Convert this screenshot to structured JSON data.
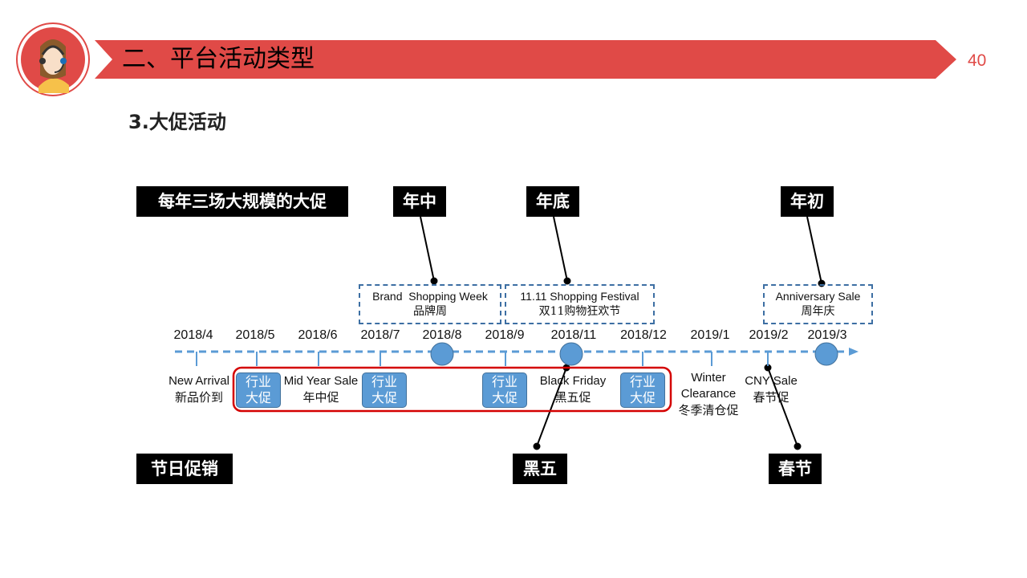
{
  "header": {
    "title": "二、平台活动类型",
    "page_number": "40",
    "section": "3.大促活动"
  },
  "colors": {
    "banner_red": "#e04a47",
    "timeline_blue": "#5b9bd5",
    "frame_red": "#d40000",
    "tag_black": "#000000"
  },
  "tags": {
    "big_sales": "每年三场大规模的大促",
    "mid_year": "年中",
    "year_end": "年底",
    "year_start": "年初",
    "festival_sales": "节日促销",
    "black_friday": "黑五",
    "spring_festival": "春节"
  },
  "events": {
    "brand_week": {
      "en": "Brand  Shopping Week",
      "zh": "品牌周"
    },
    "double11": {
      "en": "11.11 Shopping Festival",
      "zh": "双11购物狂欢节"
    },
    "anniversary": {
      "en": "Anniversary Sale",
      "zh": "周年庆"
    }
  },
  "months": [
    "2018/4",
    "2018/5",
    "2018/6",
    "2018/7",
    "2018/8",
    "2018/9",
    "2018/11",
    "2018/12",
    "2019/1",
    "2019/2",
    "2019/3"
  ],
  "promos": {
    "new_arrival": {
      "en": "New Arrival",
      "zh": "新品价到"
    },
    "mid_year_sale": {
      "en": "Mid Year Sale",
      "zh": "年中促"
    },
    "black_friday": {
      "en": "Black Friday",
      "zh": "黑五促"
    },
    "winter_clearance": {
      "en1": "Winter",
      "en2": "Clearance",
      "zh": "冬季清仓促"
    },
    "cny_sale": {
      "en": "CNY Sale",
      "zh": "春节促"
    }
  },
  "industry_box": {
    "line1": "行业",
    "line2": "大促"
  }
}
